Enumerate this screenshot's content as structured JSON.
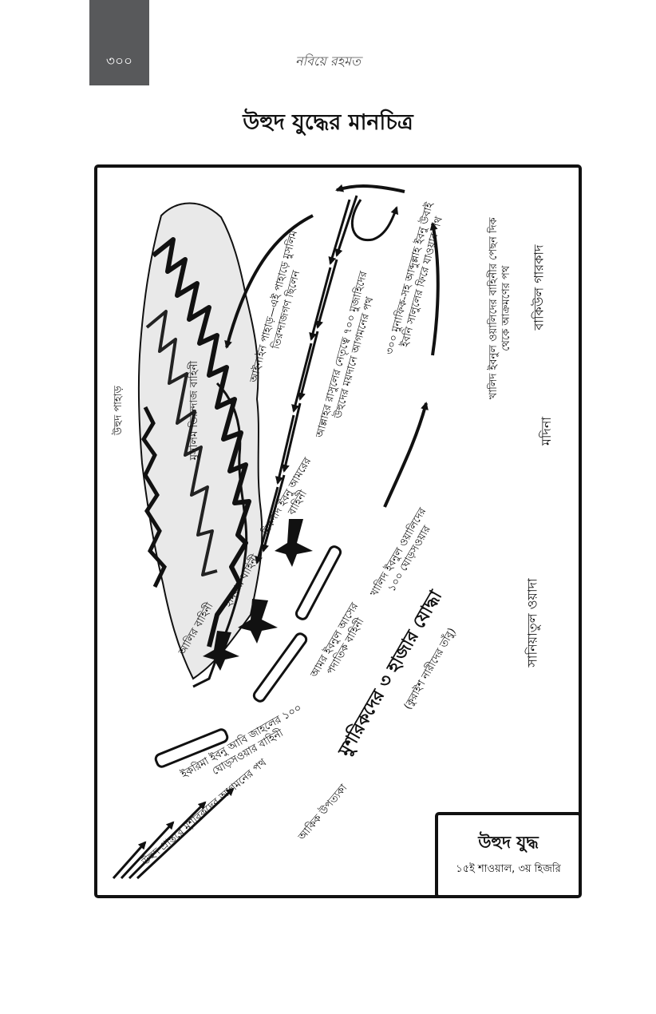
{
  "page": {
    "number": "৩০০",
    "running_head": "নবিয়ে রহমত",
    "title": "উহুদ যুদ্ধের মানচিত্র"
  },
  "map": {
    "labels": {
      "uhud_mountain": "উহুদ পাহাড়",
      "archers_unit": "মুসলিম তিরন্দাজ বাহিনী",
      "archers_hill": "আইনাইন পাহাড়—এই পাহাড়ে মুসলিম তিরন্দাজগণ ছিলেন",
      "prophet_path": "আল্লাহর রাসুলের নেতৃত্বে ৭০০ মুজাহিদের উহুদের ময়দানে আগমনের পথ",
      "ibn_ubayy_path": "৩০০ মুনাফিক-সহ আব্দুল্লাহ ইবনু উবাই ইবনি সালুলের ফিরে যাওয়ার পথ",
      "khalid_attack": "খালিদ ইবনুল ওয়ালিদের বাহিনীর পেছন দিক থেকে আক্রমণের পথ",
      "baqi": "বাকিউল গারকাদ",
      "madina": "মদিনা",
      "miqdad": "মিকদাদ ইবনু আমরের বাহিনী",
      "hamza": "হামযার বাহিনী",
      "ali": "আলির বাহিনী",
      "khalid_cavalry": "খালিদ ইবনুল ওয়ালিদের ১০০ ঘোড়সওয়ার",
      "amr": "আমর ইবনুল আসের পদাতিক বাহিনী",
      "mushrik_army": "মুশরিকদের ৩ হাজার যোদ্ধা",
      "quraish_tents": "(কুরাইশ নারীদের তাঁবু)",
      "ikrima": "ইকরিমা ইবনু আবি জাহলের ১০০ ঘোড়সওয়ার বাহিনী",
      "mushrik_path": "উহুদ প্রান্তরে মুশরিকদের আগমনের পথ",
      "aqiq": "আকিক উপত্যকা",
      "saniat": "সানিয়াতুল ওয়াদা"
    },
    "legend": {
      "title": "উহুদ যুদ্ধ",
      "date": "১৫ই শাওয়াল, ৩য় হিজরি"
    }
  }
}
